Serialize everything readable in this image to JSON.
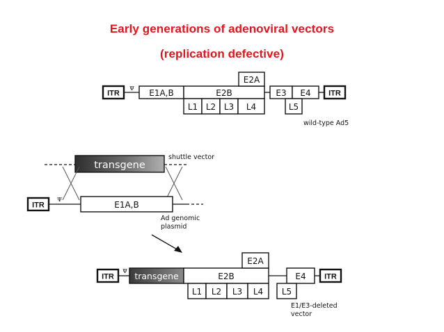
{
  "title": {
    "line1": "Early generations of adenoviral vectors",
    "line2": "(replication defective)"
  },
  "itr_label": "ITR",
  "psi_symbol": "Ψ",
  "wild_type": {
    "e1ab": "E1A,B",
    "e2a": "E2A",
    "e2b": "E2B",
    "e3": "E3",
    "e4": "E4",
    "late": [
      "L1",
      "L2",
      "L3",
      "L4"
    ],
    "l5": "L5",
    "caption": "wild-type Ad5"
  },
  "recombination": {
    "transgene": "transgene",
    "shuttle_caption": "shuttle vector",
    "e1ab": "E1A,B",
    "plasmid_caption_line1": "Ad genomic",
    "plasmid_caption_line2": "plasmid"
  },
  "deleted_vector": {
    "transgene": "transgene",
    "e2a": "E2A",
    "e2b": "E2B",
    "e4": "E4",
    "late": [
      "L1",
      "L2",
      "L3",
      "L4"
    ],
    "l5": "L5",
    "caption_line1": "E1/E3-deleted",
    "caption_line2": "vector"
  },
  "colors": {
    "title": "#e3141b",
    "transgene_fill_dark": "#3a3a3a",
    "transgene_fill_light": "#9a9a9a"
  }
}
